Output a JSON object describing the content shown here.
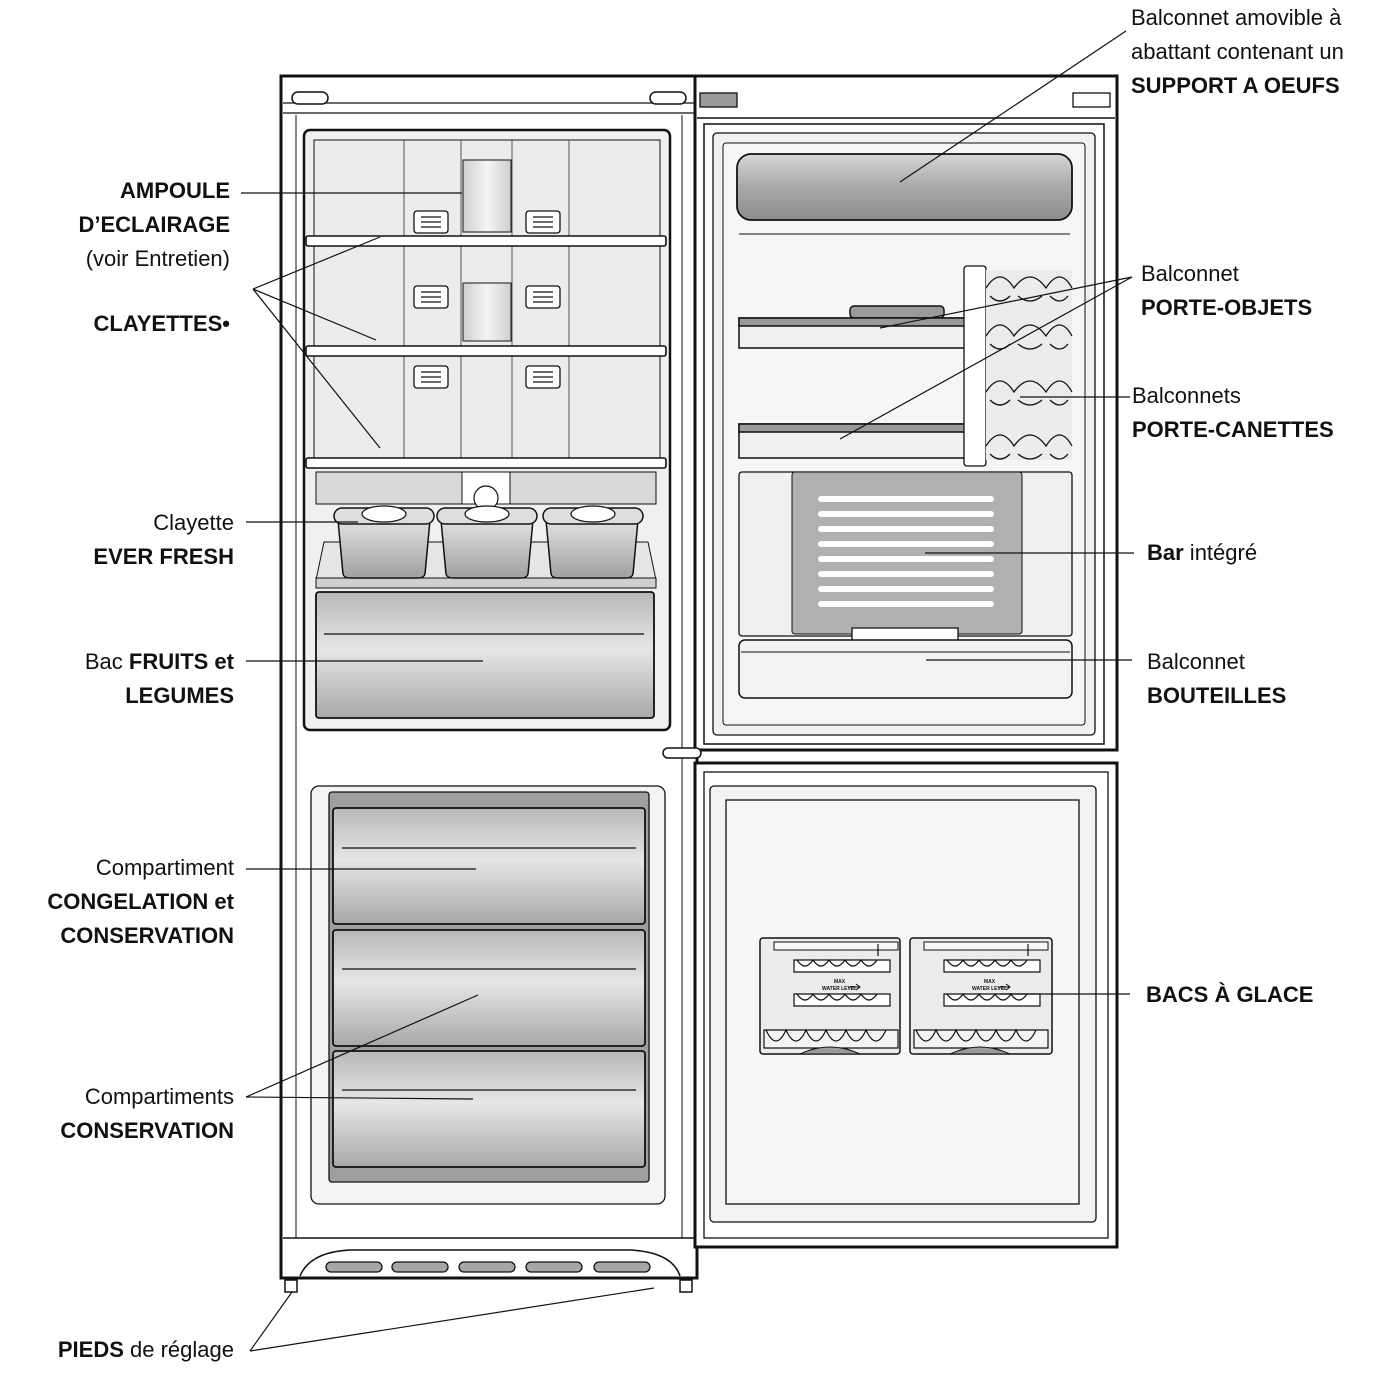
{
  "labels": {
    "ampoule": {
      "line1": "AMPOULE",
      "line2": "D’ECLAIRAGE",
      "line3": "(voir Entretien)"
    },
    "clayettes": {
      "text": "CLAYETTES•"
    },
    "ever_fresh": {
      "line1": "Clayette",
      "line2": "EVER FRESH"
    },
    "fruits": {
      "line1_normal": "Bac ",
      "line1_bold": "FRUITS et",
      "line2": "LEGUMES"
    },
    "congelation": {
      "line1": "Compartiment",
      "line2": "CONGELATION et",
      "line3": "CONSERVATION"
    },
    "conservation": {
      "line1": "Compartiments",
      "line2": "CONSERVATION"
    },
    "pieds": {
      "bold": "PIEDS",
      "normal": " de réglage"
    },
    "balconnet_oeufs": {
      "line1": "Balconnet amovible à",
      "line2": "abattant contenant un",
      "line3": "SUPPORT A OEUFS"
    },
    "porte_objets": {
      "line1": "Balconnet",
      "line2": "PORTE-OBJETS"
    },
    "porte_canettes": {
      "line1": "Balconnets",
      "line2": "PORTE-CANETTES"
    },
    "bar": {
      "bold": "Bar",
      "normal": " intégré"
    },
    "bouteilles": {
      "line1": "Balconnet",
      "line2": "BOUTEILLES"
    },
    "bacs_glace": {
      "text": "BACS À GLACE"
    }
  },
  "ice_tray_text": {
    "max": "MAX",
    "water_level": "WATER LEVEL"
  },
  "colors": {
    "line": "#111111",
    "panel": "#f2f2f2",
    "shade": "#c8c8c8",
    "dark": "#9a9a9a"
  }
}
